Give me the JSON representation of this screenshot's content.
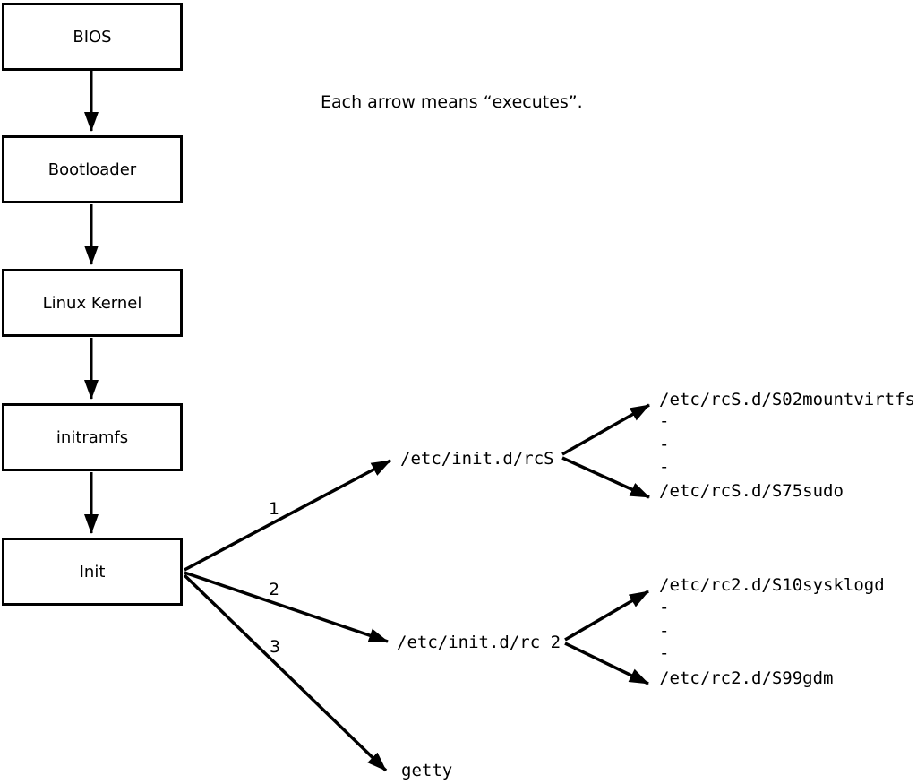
{
  "note": "Each arrow means “executes”.",
  "colors": {
    "line": "#000000",
    "box_border": "#000000",
    "background": "#ffffff"
  },
  "boxes": [
    {
      "label": "BIOS"
    },
    {
      "label": "Bootloader"
    },
    {
      "label": "Linux Kernel"
    },
    {
      "label": "initramfs"
    },
    {
      "label": "Init"
    }
  ],
  "branches": [
    {
      "number": "1",
      "target": "/etc/init.d/rcS",
      "children": [
        "/etc/rcS.d/S02mountvirtfs",
        "-",
        "-",
        "-",
        "/etc/rcS.d/S75sudo"
      ]
    },
    {
      "number": "2",
      "target": "/etc/init.d/rc 2",
      "children": [
        "/etc/rc2.d/S10sysklogd",
        "-",
        "-",
        "-",
        "/etc/rc2.d/S99gdm"
      ]
    },
    {
      "number": "3",
      "target": "getty",
      "children": []
    }
  ]
}
